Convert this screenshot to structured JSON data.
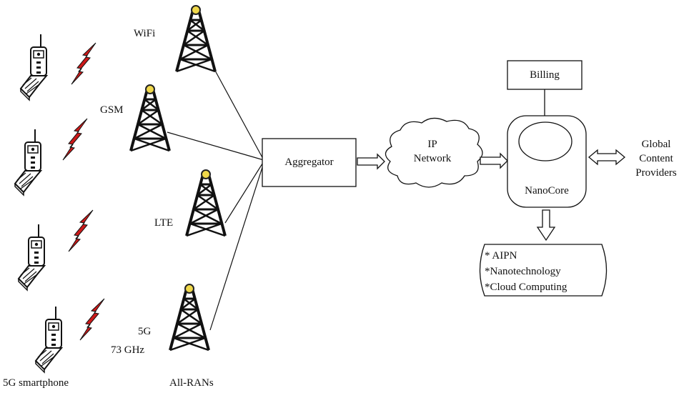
{
  "colors": {
    "stroke": "#111111",
    "tower_tip": "#f0d84a",
    "signal": "#cc1a1a",
    "background": "#ffffff"
  },
  "devices": [
    {
      "icon": "mobile-phone-icon",
      "label": ""
    },
    {
      "icon": "mobile-phone-icon",
      "label": ""
    },
    {
      "icon": "mobile-phone-icon",
      "label": ""
    },
    {
      "icon": "mobile-phone-icon",
      "label": "5G smartphone"
    }
  ],
  "towers": {
    "wifi": "WiFi",
    "gsm": "GSM",
    "lte": "LTE",
    "fiveg_line1": "5G",
    "fiveg_line2": "73 GHz",
    "group_label": "All-RANs"
  },
  "aggregator": "Aggregator",
  "ip_network": {
    "line1": "IP",
    "line2": "Network"
  },
  "billing": "Billing",
  "nanocore": "NanoCore",
  "global": {
    "line1": "Global",
    "line2": "Content",
    "line3": "Providers"
  },
  "features": [
    "* AIPN",
    "*Nanotechnology",
    "*Cloud Computing"
  ]
}
